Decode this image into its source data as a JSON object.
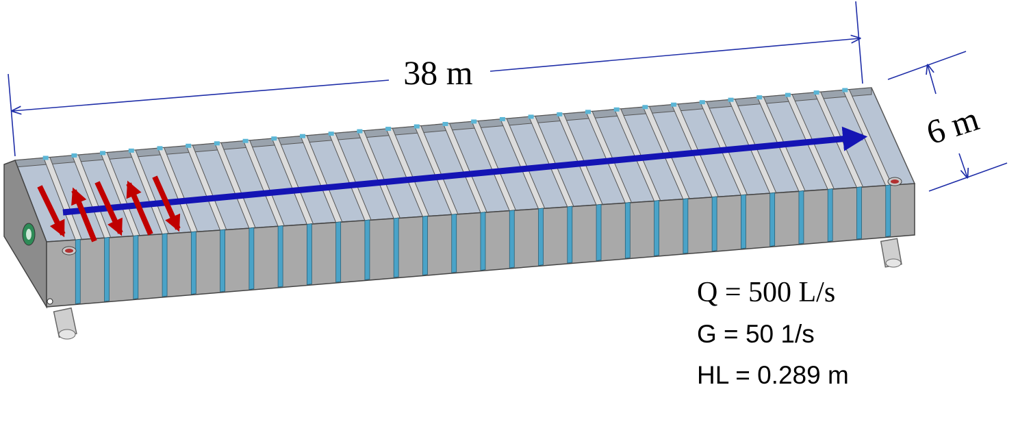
{
  "dimensions": {
    "length_label": "38 m",
    "width_label": "6 m"
  },
  "parameters": {
    "q": "Q = 500 L/s",
    "g": "G = 50 1/s",
    "hl": "HL = 0.289 m"
  },
  "colors": {
    "main_flow_arrow": "#1414b4",
    "baffle_flow_arrows": "#c00000",
    "dimension_lines": "#1f2ea8",
    "tank_wall": "#9a9a9a",
    "baffle_edge": "#5bb6d6"
  },
  "baffle_count": 29
}
